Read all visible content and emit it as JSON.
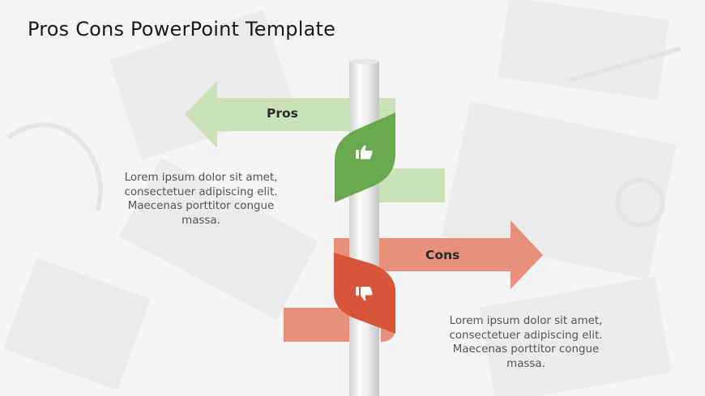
{
  "slide": {
    "title": "Pros Cons PowerPoint Template"
  },
  "pros": {
    "label": "Pros",
    "text": "Lorem ipsum dolor sit amet, consectetuer adipiscing elit. Maecenas porttitor congue massa.",
    "icon": "thumbs-up-icon",
    "colors": {
      "arrow": "#c9e2b8",
      "ribbon": "#6aa84f"
    }
  },
  "cons": {
    "label": "Cons",
    "text": "Lorem ipsum dolor sit amet, consectetuer adipiscing elit. Maecenas porttitor congue massa.",
    "icon": "thumbs-down-icon",
    "colors": {
      "arrow": "#e8907c",
      "ribbon": "#d9553a"
    }
  }
}
